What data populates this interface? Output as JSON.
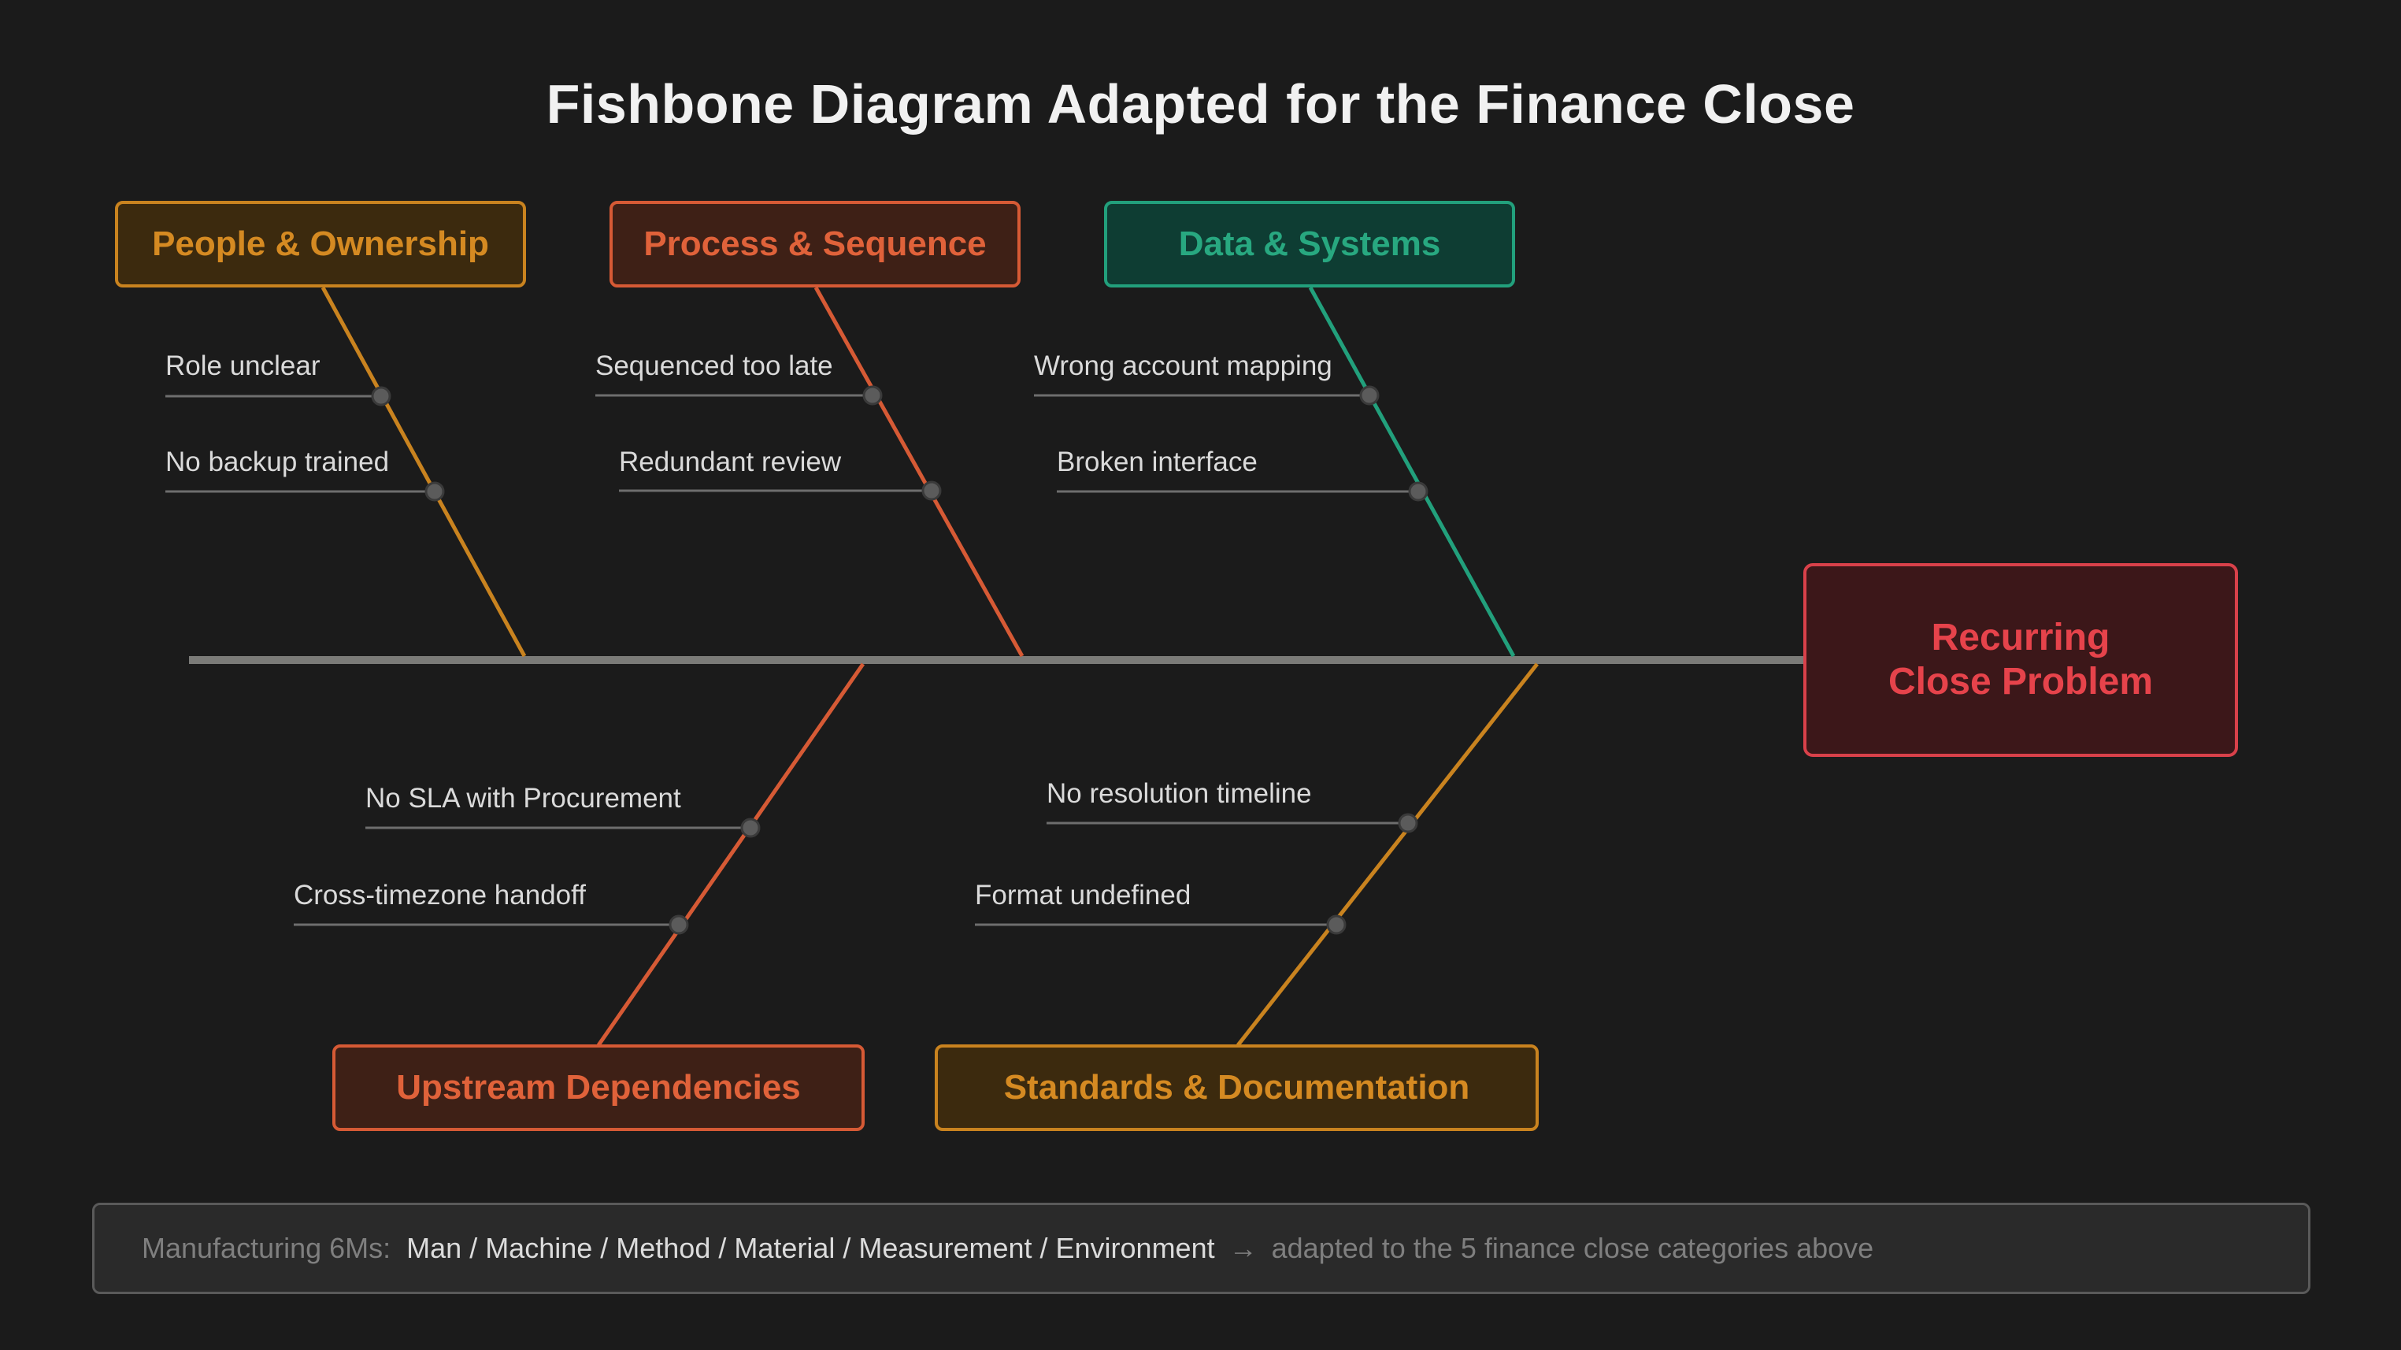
{
  "title": "Fishbone Diagram Adapted for the Finance Close",
  "effect": {
    "line1": "Recurring",
    "line2": "Close Problem"
  },
  "categories": {
    "people": {
      "label": "People & Ownership",
      "color": "#d58a22",
      "causes": [
        "Role unclear",
        "No backup trained"
      ]
    },
    "process": {
      "label": "Process & Sequence",
      "color": "#e0623a",
      "causes": [
        "Sequenced too late",
        "Redundant review"
      ]
    },
    "data": {
      "label": "Data & Systems",
      "color": "#28a880",
      "causes": [
        "Wrong account mapping",
        "Broken interface"
      ]
    },
    "upstream": {
      "label": "Upstream Dependencies",
      "color": "#e0623a",
      "causes": [
        "No SLA with Procurement",
        "Cross-timezone handoff"
      ]
    },
    "standards": {
      "label": "Standards & Documentation",
      "color": "#d58a22",
      "causes": [
        "No resolution timeline",
        "Format undefined"
      ]
    }
  },
  "legend": {
    "lead": "Manufacturing 6Ms:",
    "items": "Man / Machine / Method / Material / Measurement / Environment",
    "arrow": "→",
    "note": "adapted to the 5 finance close categories above"
  }
}
